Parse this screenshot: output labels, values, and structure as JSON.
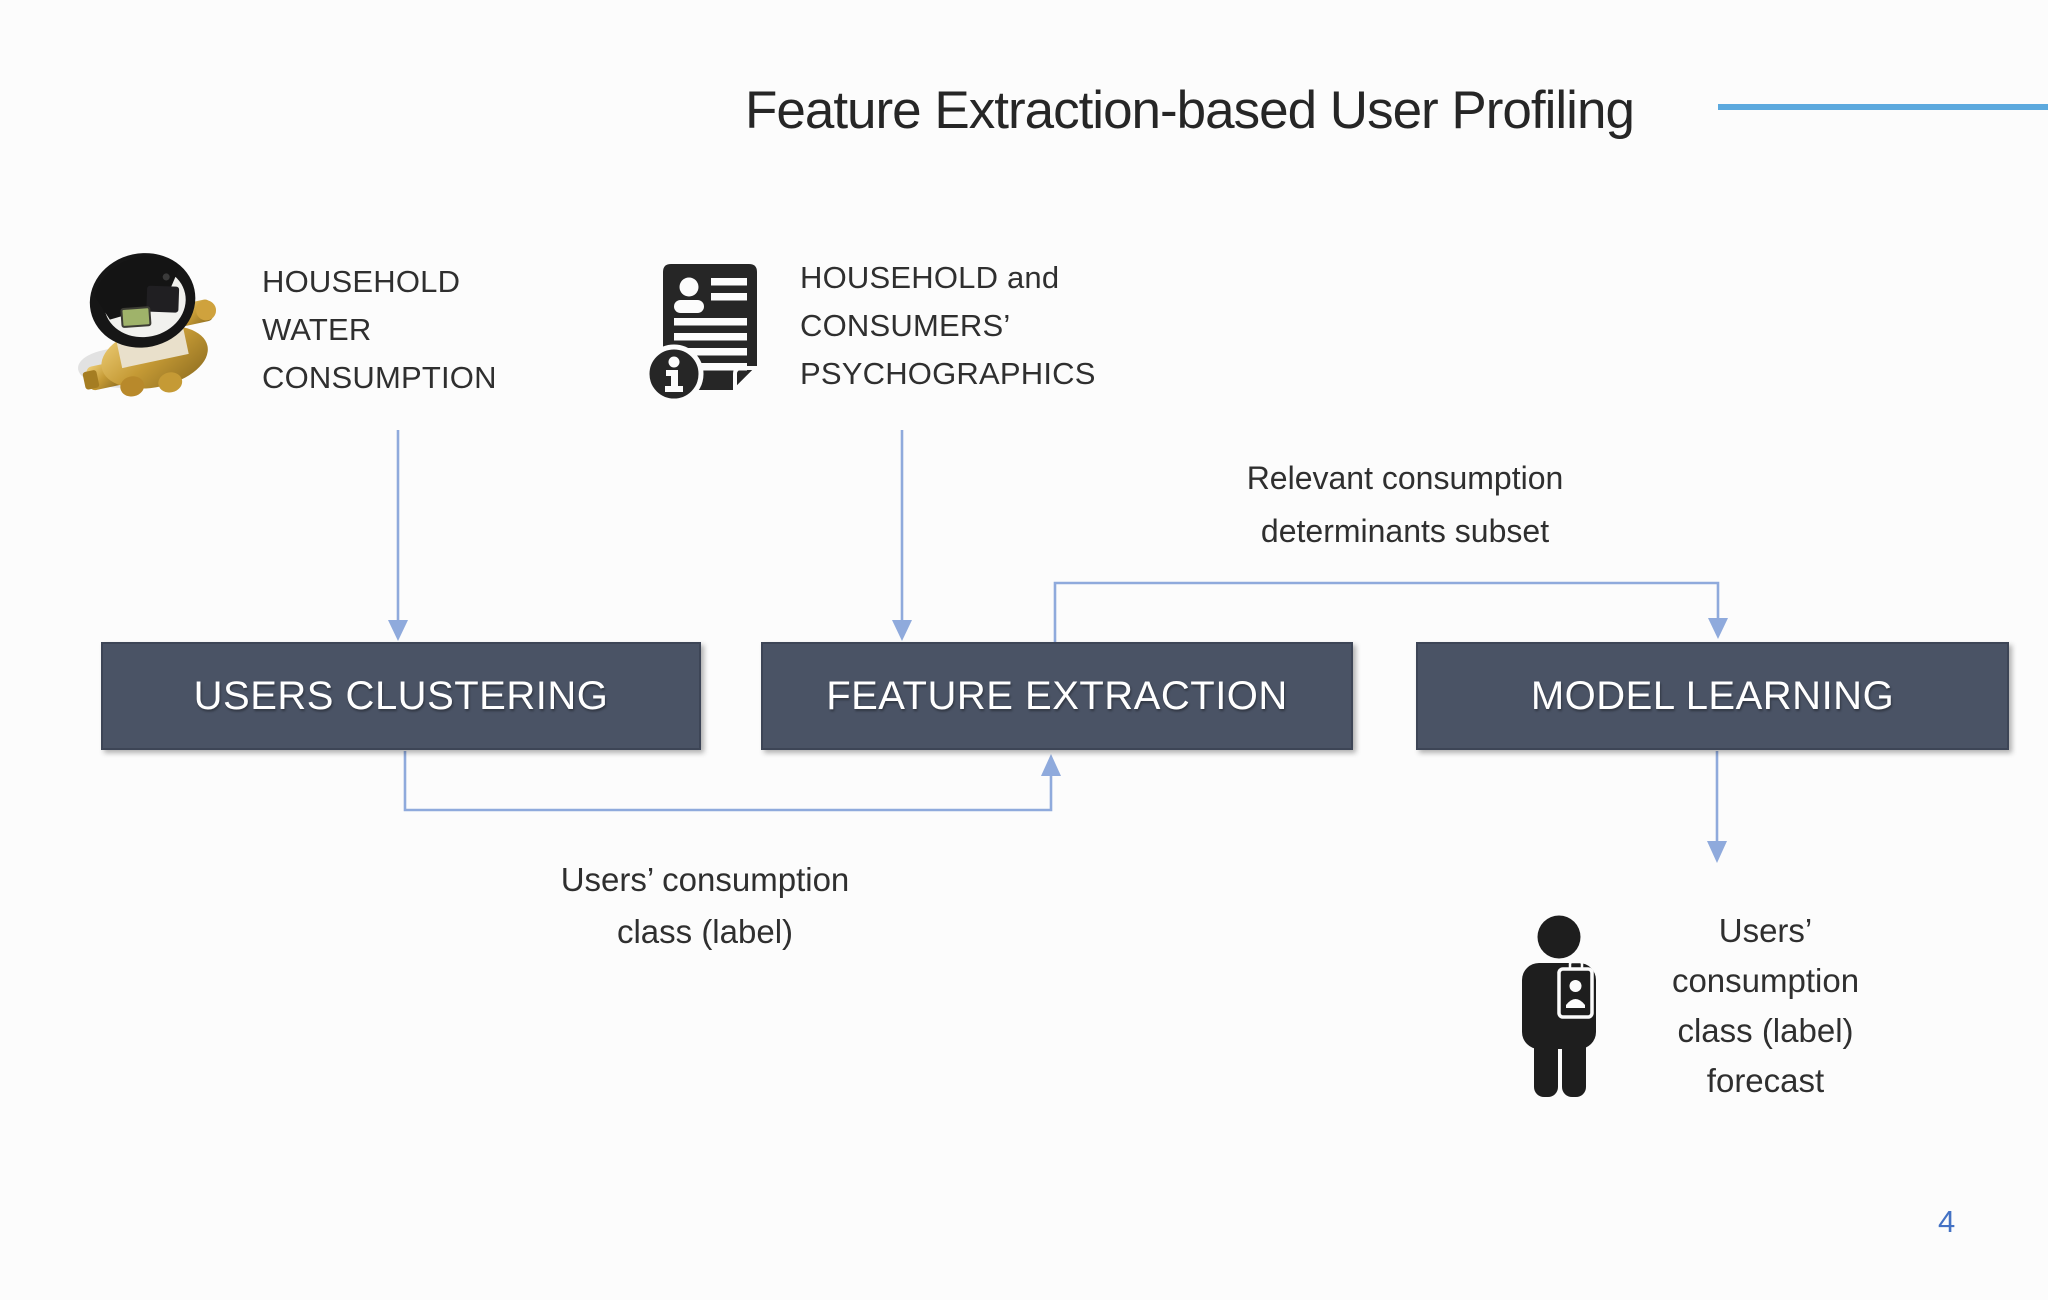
{
  "title": {
    "text": "Feature Extraction-based User Profiling"
  },
  "page_number": "4",
  "colors": {
    "background": "#FCFCFC",
    "title_text": "#262626",
    "text": "#2F2F2F",
    "accent_line": "#5CA9DE",
    "box_fill": "#4A5365",
    "box_border": "#3D4556",
    "box_text": "#FFFFFF",
    "connector": "#8FAADC",
    "page_number": "#4472C4",
    "icon_black": "#262626"
  },
  "sources": [
    {
      "icon": "water-meter-image",
      "lines": [
        "HOUSEHOLD",
        "WATER",
        "CONSUMPTION"
      ]
    },
    {
      "icon": "document-info-icon",
      "lines": [
        "HOUSEHOLD and",
        "CONSUMERS’",
        "PSYCHOGRAPHICS"
      ]
    }
  ],
  "boxes": [
    {
      "label": "USERS CLUSTERING"
    },
    {
      "label": "FEATURE EXTRACTION"
    },
    {
      "label": "MODEL LEARNING"
    }
  ],
  "labels": {
    "relevant_subset": {
      "lines": [
        "Relevant consumption",
        "determinants subset"
      ]
    },
    "users_class": {
      "lines": [
        "Users’ consumption",
        "class (label)"
      ]
    },
    "forecast": {
      "lines": [
        "Users’",
        "consumption",
        "class (label)",
        "forecast"
      ]
    }
  },
  "output_icon": "person-badge-icon"
}
